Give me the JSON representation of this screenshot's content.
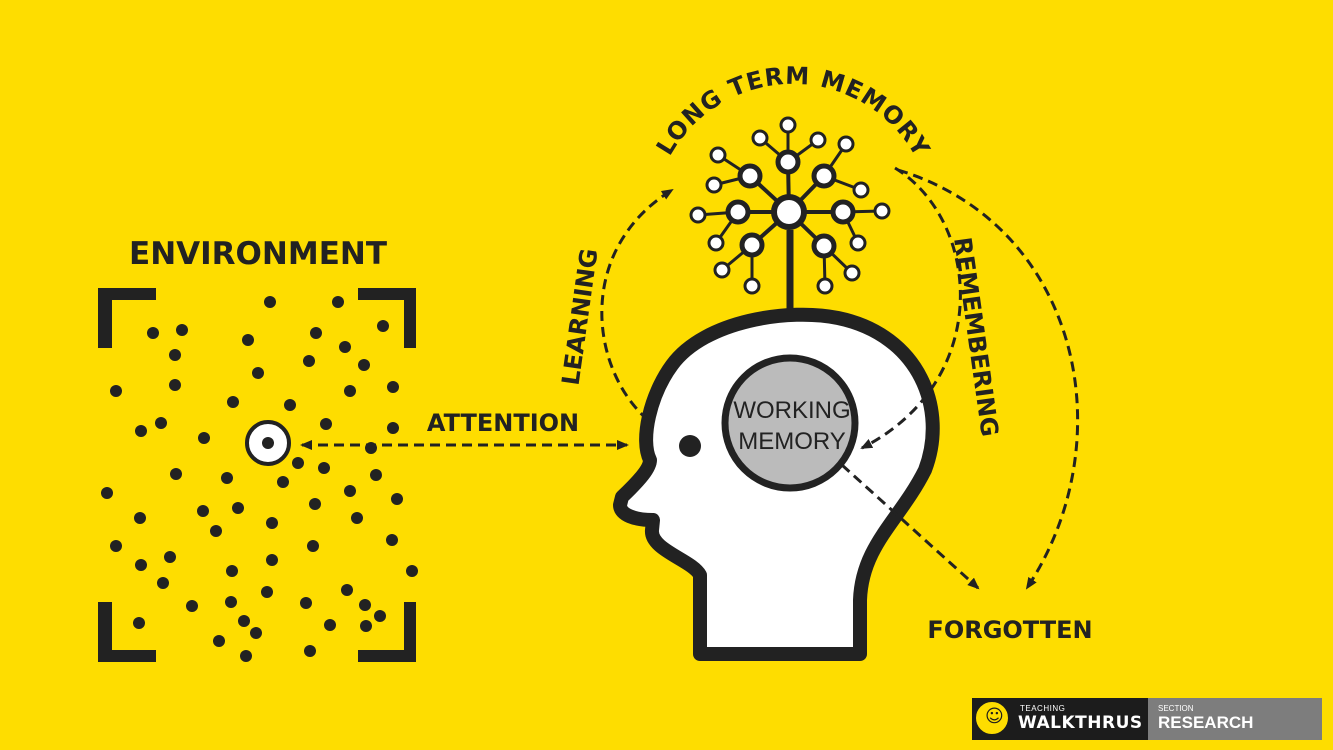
{
  "labels": {
    "environment": "ENVIRONMENT",
    "long_term_memory": "LONG TERM MEMORY",
    "learning": "LEARNING",
    "remembering": "REMEMBERING",
    "attention": "ATTENTION",
    "working_memory_line1": "WORKING",
    "working_memory_line2": "MEMORY",
    "forgotten": "FORGOTTEN"
  },
  "footer": {
    "brand_small": "TEACHING",
    "brand_main": "WALKTHRUS",
    "section_small": "SECTION",
    "section_main": "RESEARCH",
    "logo_icon": "person-at-desk-icon"
  },
  "colors": {
    "background": "#FEDD00",
    "ink": "#222222",
    "head_fill": "#FFFFFF",
    "working_memory_fill": "#BBBBBB",
    "section_badge": "#7D7D7D"
  }
}
